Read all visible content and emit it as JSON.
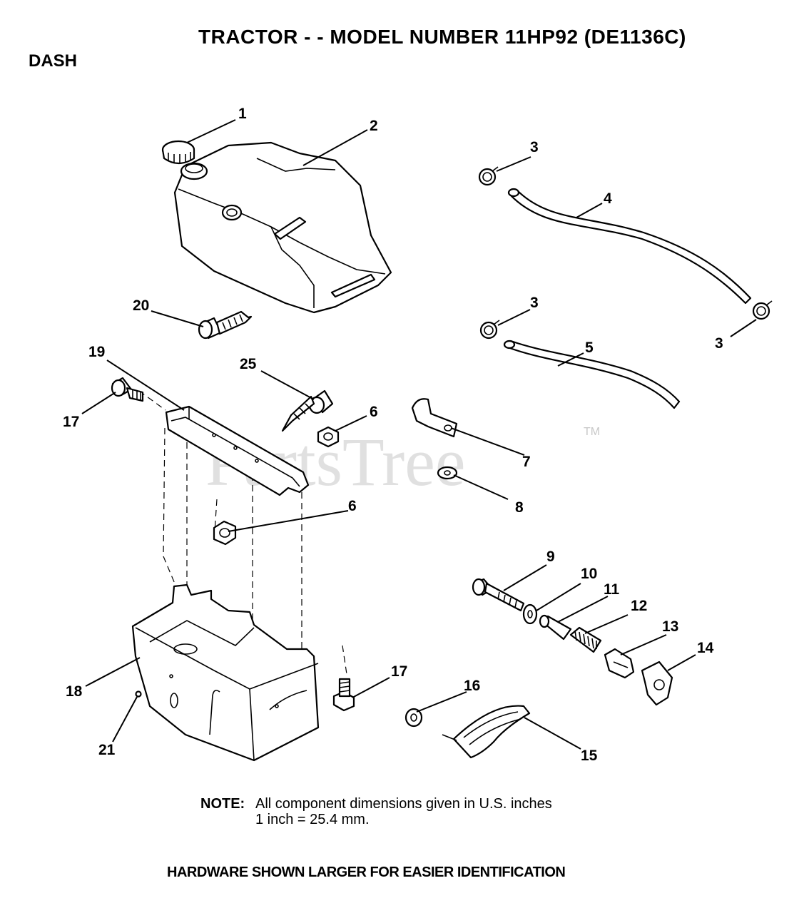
{
  "header": {
    "title": "TRACTOR - - MODEL NUMBER 11HP92 (DE1136C)",
    "section": "DASH"
  },
  "watermark": {
    "text": "PartsTree",
    "tm": "TM"
  },
  "callouts": {
    "p1": "1",
    "p2": "2",
    "p3a": "3",
    "p3b": "3",
    "p3c": "3",
    "p4": "4",
    "p5": "5",
    "p6a": "6",
    "p6b": "6",
    "p7": "7",
    "p8": "8",
    "p9": "9",
    "p10": "10",
    "p11": "11",
    "p12": "12",
    "p13": "13",
    "p14": "14",
    "p15": "15",
    "p16": "16",
    "p17a": "17",
    "p17b": "17",
    "p18": "18",
    "p19": "19",
    "p20": "20",
    "p21": "21",
    "p25": "25"
  },
  "note": {
    "label": "NOTE:",
    "line1": "All component dimensions given in U.S. inches",
    "line2": "1 inch = 25.4 mm."
  },
  "footer": "HARDWARE SHOWN LARGER FOR EASIER IDENTIFICATION"
}
